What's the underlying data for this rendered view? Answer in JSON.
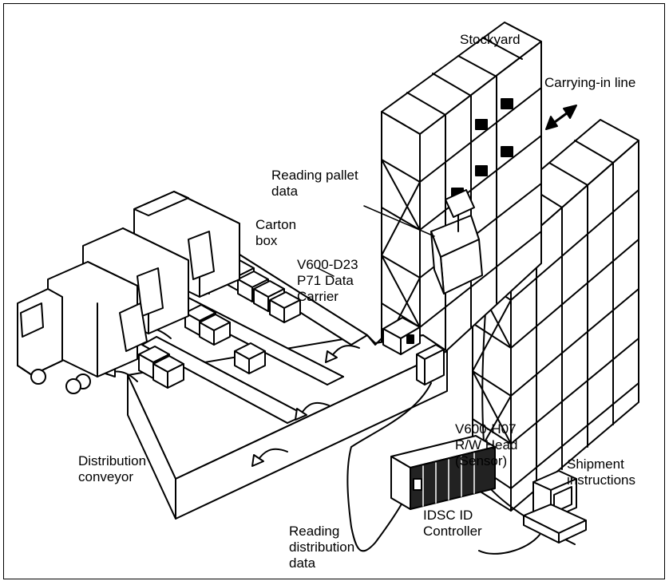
{
  "labels": {
    "stockyard": "Stockyard",
    "carrying_in_line": "Carrying-in line",
    "reading_pallet_data": "Reading pallet\ndata",
    "carton_box": "Carton\nbox",
    "data_carrier": "V600-D23\nP71 Data\nCarrier",
    "rw_head": "V600-H07\nR/W Head\n(Sensor)",
    "distribution_conveyor": "Distribution\nconveyor",
    "shipment_instructions": "Shipment\ninstructions",
    "id_controller": "IDSC ID\nController",
    "reading_distribution_data": "Reading\ndistribution\ndata"
  },
  "icons": [
    "truck-icon",
    "carton-box-icon",
    "flow-arrow-icon",
    "double-arrow-icon",
    "computer-terminal-icon",
    "id-controller-icon",
    "rw-head-icon",
    "rack-icon"
  ]
}
